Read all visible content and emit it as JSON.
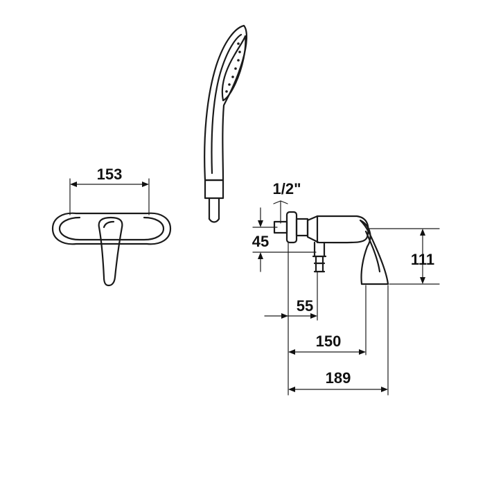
{
  "dimensions": {
    "width_front": "153",
    "thread": "1/2\"",
    "wall_offset": "45",
    "inlet_depth": "55",
    "body_depth": "150",
    "total_depth": "189",
    "height": "111"
  },
  "colors": {
    "line": "#1a1a1a",
    "background": "#ffffff"
  }
}
